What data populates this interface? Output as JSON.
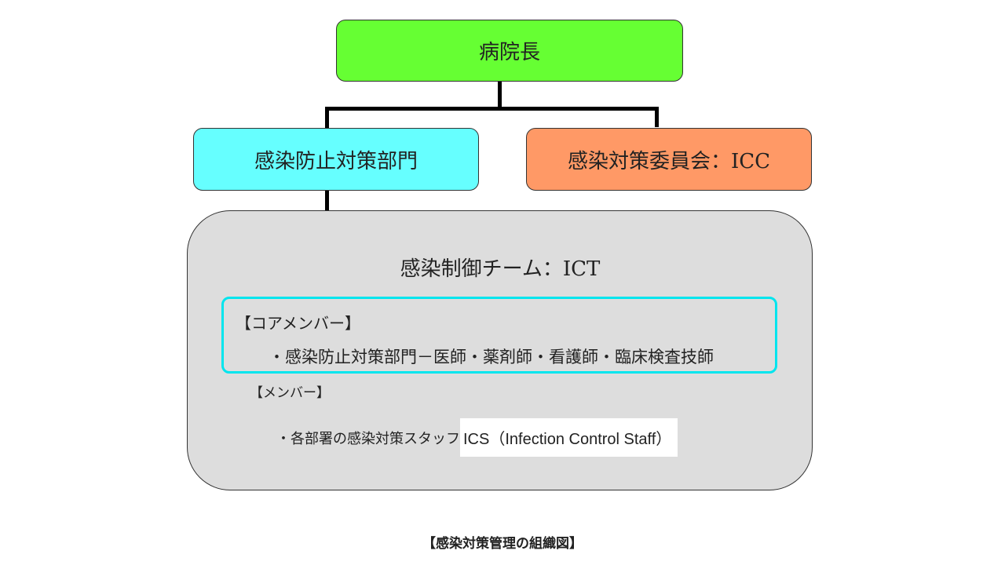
{
  "nodes": {
    "director": {
      "label": "病院長",
      "color": "#66ff33"
    },
    "prevention_dept": {
      "label": "感染防止対策部門",
      "color": "#66ffff"
    },
    "icc": {
      "label": "感染対策委員会：ICC",
      "color": "#ff9966"
    },
    "ict": {
      "title": "感染制御チーム：ICT",
      "color": "#dddddd",
      "core_heading": "【コアメンバー】",
      "core_members": "・感染防止対策部門－医師・薬剤師・看護師・臨床検査技師",
      "core_border_color": "#00e5ee",
      "members_heading": "【メンバー】",
      "members_prefix": "・各部署の感染対策スタッフ",
      "members_highlight": "ICS（Infection Control Staff）"
    }
  },
  "caption": "【感染対策管理の組織図】"
}
